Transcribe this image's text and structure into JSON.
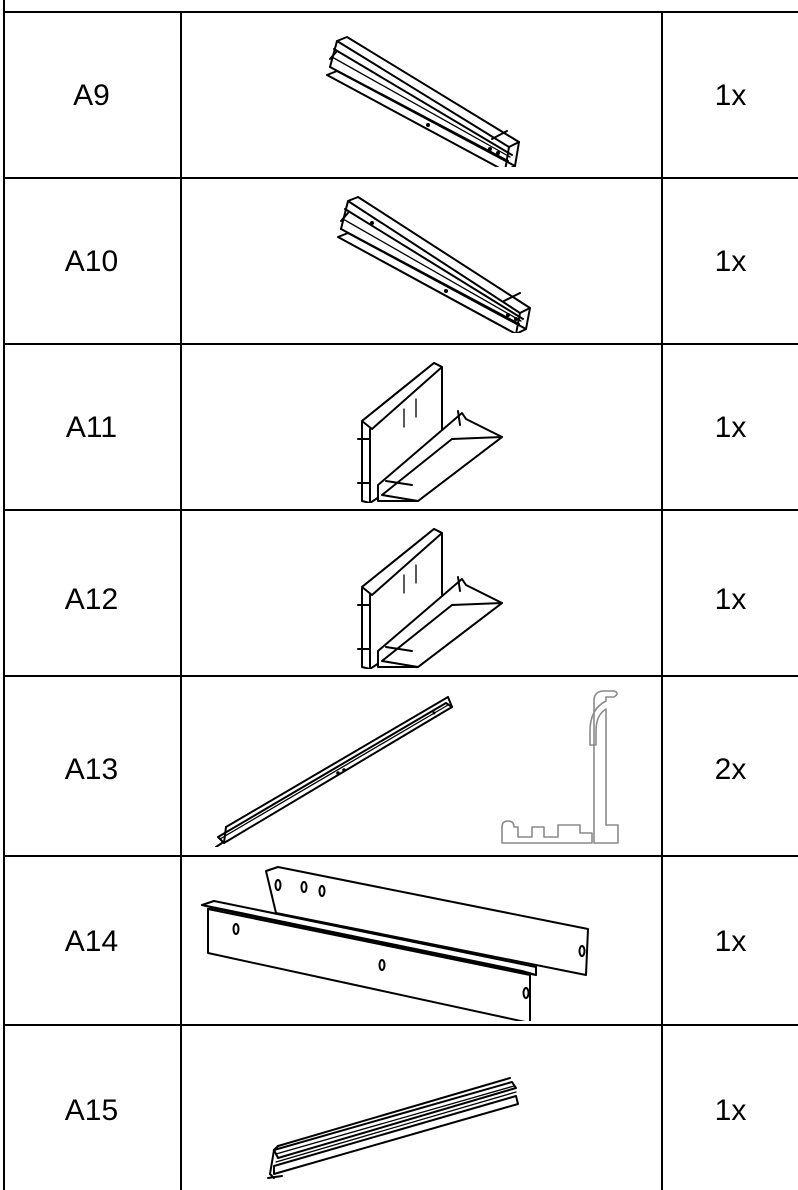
{
  "parts": [
    {
      "code": "A9",
      "qty": "1x",
      "icon": "long-rail-profile-icon"
    },
    {
      "code": "A10",
      "qty": "1x",
      "icon": "long-rail-profile-icon"
    },
    {
      "code": "A11",
      "qty": "1x",
      "icon": "flanged-base-profile-icon"
    },
    {
      "code": "A12",
      "qty": "1x",
      "icon": "flanged-base-profile-icon"
    },
    {
      "code": "A13",
      "qty": "2x",
      "icon": "slim-rail-with-cross-section-icon"
    },
    {
      "code": "A14",
      "qty": "1x",
      "icon": "wide-angle-profile-icon"
    },
    {
      "code": "A15",
      "qty": "1x",
      "icon": "channel-profile-icon"
    }
  ]
}
